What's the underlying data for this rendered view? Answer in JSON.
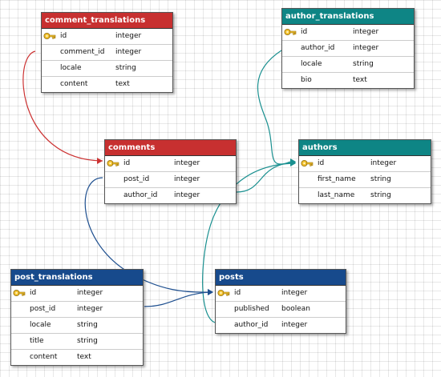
{
  "colors": {
    "red_header": "#c73030",
    "teal_header": "#0e8585",
    "blue_header": "#174a8c",
    "red_link": "#cc3333",
    "teal_link": "#1a9090",
    "blue_link": "#1e4f8f"
  },
  "tables": [
    {
      "id": "comment_translations",
      "title": "comment_translations",
      "color": "red_header",
      "fields": [
        {
          "name": "id",
          "type": "integer",
          "pk": true
        },
        {
          "name": "comment_id",
          "type": "integer"
        },
        {
          "name": "locale",
          "type": "string"
        },
        {
          "name": "content",
          "type": "text"
        }
      ]
    },
    {
      "id": "author_translations",
      "title": "author_translations",
      "color": "teal_header",
      "fields": [
        {
          "name": "id",
          "type": "integer",
          "pk": true
        },
        {
          "name": "author_id",
          "type": "integer"
        },
        {
          "name": "locale",
          "type": "string"
        },
        {
          "name": "bio",
          "type": "text"
        }
      ]
    },
    {
      "id": "comments",
      "title": "comments",
      "color": "red_header",
      "fields": [
        {
          "name": "id",
          "type": "integer",
          "pk": true
        },
        {
          "name": "post_id",
          "type": "integer"
        },
        {
          "name": "author_id",
          "type": "integer"
        }
      ]
    },
    {
      "id": "authors",
      "title": "authors",
      "color": "teal_header",
      "fields": [
        {
          "name": "id",
          "type": "integer",
          "pk": true
        },
        {
          "name": "first_name",
          "type": "string"
        },
        {
          "name": "last_name",
          "type": "string"
        }
      ]
    },
    {
      "id": "post_translations",
      "title": "post_translations",
      "color": "blue_header",
      "fields": [
        {
          "name": "id",
          "type": "integer",
          "pk": true
        },
        {
          "name": "post_id",
          "type": "integer"
        },
        {
          "name": "locale",
          "type": "string"
        },
        {
          "name": "title",
          "type": "string"
        },
        {
          "name": "content",
          "type": "text"
        }
      ]
    },
    {
      "id": "posts",
      "title": "posts",
      "color": "blue_header",
      "fields": [
        {
          "name": "id",
          "type": "integer",
          "pk": true
        },
        {
          "name": "published",
          "type": "boolean"
        },
        {
          "name": "author_id",
          "type": "integer"
        }
      ]
    }
  ],
  "relations": [
    {
      "from_table": "comment_translations",
      "from_field": "comment_id",
      "to_table": "comments",
      "to_field": "id",
      "color": "red_link"
    },
    {
      "from_table": "author_translations",
      "from_field": "author_id",
      "to_table": "authors",
      "to_field": "id",
      "color": "teal_link"
    },
    {
      "from_table": "comments",
      "from_field": "author_id",
      "to_table": "authors",
      "to_field": "id",
      "color": "teal_link"
    },
    {
      "from_table": "posts",
      "from_field": "author_id",
      "to_table": "authors",
      "to_field": "id",
      "color": "teal_link"
    },
    {
      "from_table": "comments",
      "from_field": "post_id",
      "to_table": "posts",
      "to_field": "id",
      "color": "blue_link"
    },
    {
      "from_table": "post_translations",
      "from_field": "post_id",
      "to_table": "posts",
      "to_field": "id",
      "color": "blue_link"
    }
  ]
}
